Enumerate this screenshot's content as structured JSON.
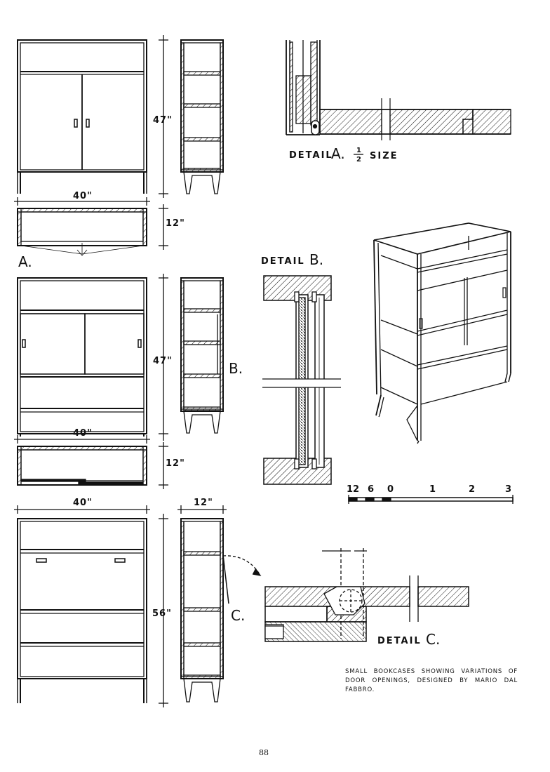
{
  "drawings": {
    "a": {
      "label": "A.",
      "width": "40\"",
      "height": "47\"",
      "depth": "12\""
    },
    "b": {
      "label": "B.",
      "width": "40\"",
      "height": "47\"",
      "depth": "12\""
    },
    "c": {
      "label": "C.",
      "width": "40\"",
      "height": "56\"",
      "depth": "12\""
    }
  },
  "details": {
    "a": {
      "word": "DETAIL",
      "letter": "A.",
      "frac_num": "1",
      "frac_den": "2",
      "suffix": "SIZE"
    },
    "b": {
      "word": "DETAIL",
      "letter": "B."
    },
    "c": {
      "word": "DETAIL",
      "letter": "C."
    }
  },
  "scale": {
    "ticks": [
      "12",
      "6",
      "0",
      "1",
      "2",
      "3"
    ]
  },
  "caption": "SMALL BOOKCASES SHOWING VARIATIONS OF DOOR OPENINGS, DESIGNED BY MARIO DAL FABBRO.",
  "page_number": "88"
}
